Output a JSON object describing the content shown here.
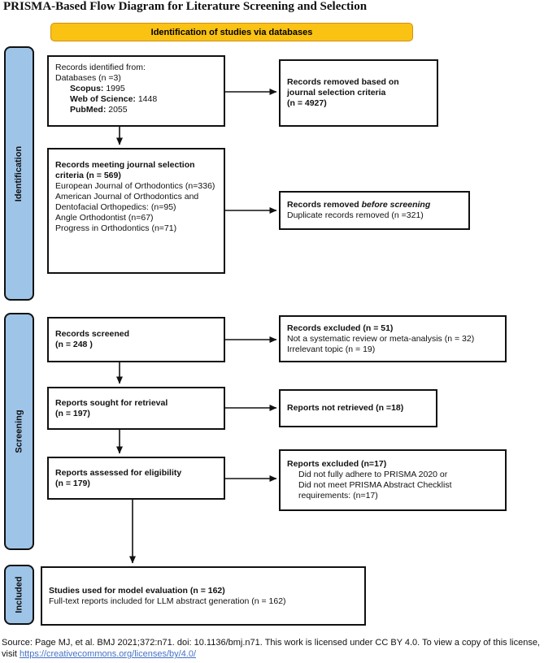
{
  "title": "PRISMA-Based Flow Diagram for Literature Screening and Selection",
  "banner": {
    "label": "Identification of studies via databases",
    "fill": "#FAC213",
    "border": "#D49011"
  },
  "stages": {
    "fill": "#9EC4E8",
    "items": [
      {
        "label": "Identification"
      },
      {
        "label": "Screening"
      },
      {
        "label": "Included"
      }
    ]
  },
  "flow": {
    "records_identified": {
      "line1": "Records identified from:",
      "line2": "Databases (n =3)",
      "db": [
        {
          "label": "Scopus:",
          "value": "1995"
        },
        {
          "label": "Web of Science:",
          "value": "1448"
        },
        {
          "label": "PubMed:",
          "value": "2055"
        }
      ]
    },
    "removed_journal": {
      "line1": "Records removed based on",
      "line2": "journal selection criteria",
      "line3": "(n = 4927)"
    },
    "meeting_criteria": {
      "heading": "Records meeting journal selection criteria (n = 569)",
      "journals": [
        "European Journal of Orthodontics (n=336)",
        "American Journal of Orthodontics and Dentofacial Orthopedics: (n=95)",
        "Angle Orthodontist (n=67)",
        "Progress in Orthodontics (n=71)"
      ]
    },
    "removed_before": {
      "prefix": "Records removed ",
      "emphasis": "before screening",
      "line2": "Duplicate records removed (n =321)"
    },
    "screened": {
      "line1": "Records screened",
      "line2": "(n = 248 )"
    },
    "excluded_screening": {
      "heading": "Records excluded (n = 51)",
      "reasons": [
        "Not a systematic review or meta-analysis (n = 32)",
        "Irrelevant topic (n = 19)"
      ]
    },
    "sought": {
      "line1": "Reports sought for retrieval",
      "line2": "(n = 197)"
    },
    "not_retrieved": {
      "label": "Reports not retrieved (n =18)"
    },
    "assessed": {
      "line1": "Reports assessed for eligibility",
      "line2": "(n = 179)"
    },
    "excluded_eligibility": {
      "heading": "Reports excluded (n=17)",
      "reasons": [
        "Did not fully adhere to PRISMA 2020 or",
        "Did not meet PRISMA Abstract Checklist",
        "requirements: (n=17)"
      ]
    },
    "included_final": {
      "heading": "Studies used for model evaluation (n = 162)",
      "line2": "Full-text reports included for LLM abstract generation (n = 162)"
    }
  },
  "footer": {
    "text_before_link": "Source: Page MJ, et al. BMJ 2021;372:n71. doi: 10.1136/bmj.n71. This work is licensed under CC BY 4.0. To view a copy of this license, visit ",
    "link": "https://creativecommons.org/licenses/by/4.0/",
    "link_color": "#4472C4"
  }
}
